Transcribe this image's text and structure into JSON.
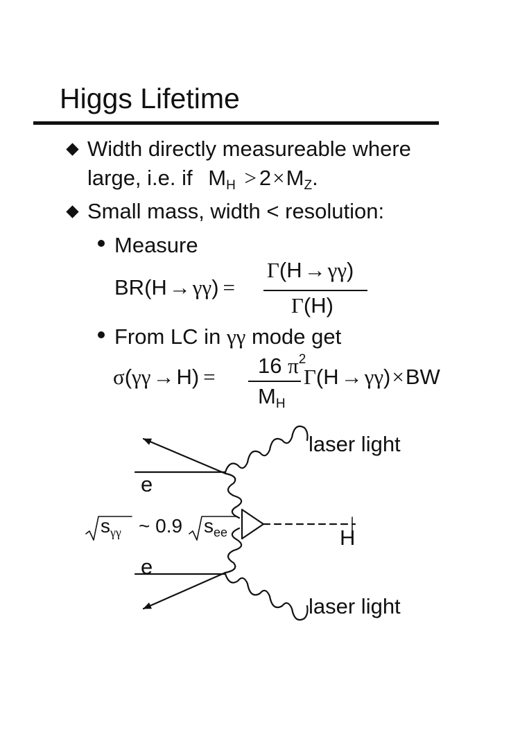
{
  "title": "Higgs Lifetime",
  "bullets": [
    {
      "line1": "Width directly measureable where",
      "line2": "large, i.e. if",
      "cond_m": "M",
      "cond_msub": "H",
      "cond_rel": ">",
      "cond_num": "2",
      "cond_times": "×",
      "cond_m2": "M",
      "cond_m2sub": "Z",
      "cond_end": "."
    },
    {
      "line1": "Small mass, width < resolution:"
    }
  ],
  "subbullets": [
    {
      "text": "Measure"
    },
    {
      "text_a": "From LC in",
      "text_gg": "γγ",
      "text_b": "mode get"
    }
  ],
  "eq_br": {
    "lhs": "BR(H",
    "arrow": "→",
    "gg": "γγ",
    "close": ")",
    "eq": "=",
    "num_gamma": "Γ",
    "num_a": "(H",
    "num_arrow": "→",
    "num_gg": "γγ",
    "num_close": ")",
    "den_gamma": "Γ",
    "den_rest": "(H)"
  },
  "eq_sigma": {
    "sigma": "σ",
    "open": "(",
    "gg": "γγ",
    "arrow": "→",
    "h": "H)",
    "eq": "=",
    "num": "16",
    "pi": "π",
    "pi_exp": "2",
    "den_m": "M",
    "den_sub": "H",
    "gamma": "Γ",
    "g_a": "(H",
    "g_arrow": "→",
    "g_gg": "γγ",
    "g_close": ")",
    "times": "×",
    "bw": "BW"
  },
  "diagram": {
    "laser_top": "laser light",
    "laser_bottom": "laser light",
    "e_top": "e",
    "e_bottom": "e",
    "higgs": "H",
    "rel_s": "s",
    "rel_s_sub": "γγ",
    "rel_tilde": "~ 0.9",
    "rel_s2": "s",
    "rel_s2_sub": "ee"
  }
}
